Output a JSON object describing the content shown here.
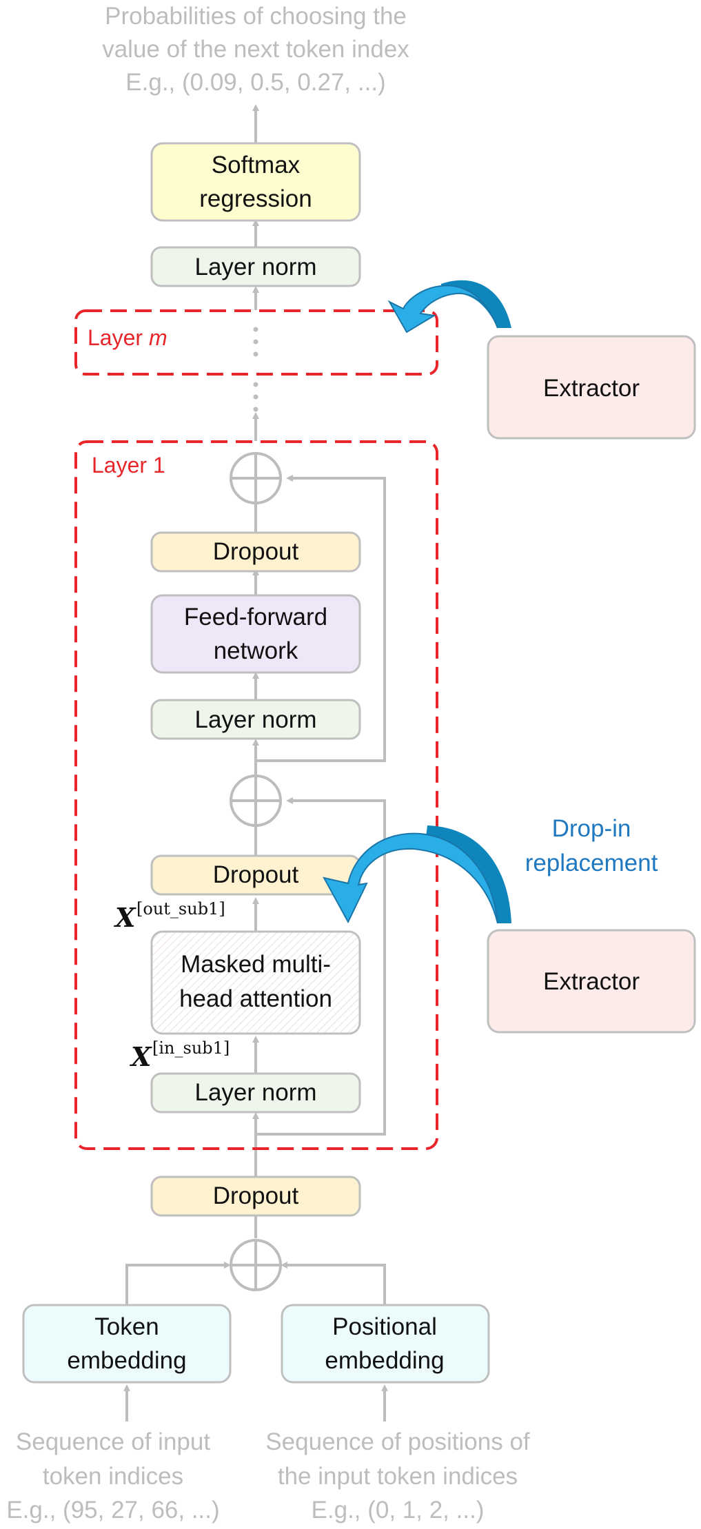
{
  "top_output": {
    "line1": "Probabilities of choosing the",
    "line2": "value of the next token index",
    "line3": "E.g., (0.09, 0.5, 0.27, ...)"
  },
  "softmax": {
    "line1": "Softmax",
    "line2": "regression"
  },
  "final_layer_norm": "Layer norm",
  "layer_m": {
    "prefix": "Layer ",
    "m": "m",
    "dots": "⋮"
  },
  "mid_dots": "⋮",
  "layer1": {
    "label": "Layer 1",
    "dropout_top": "Dropout",
    "ffn": {
      "line1": "Feed-forward",
      "line2": "network"
    },
    "layer_norm_top": "Layer norm",
    "dropout_bottom": "Dropout",
    "x_out": {
      "symbol": "X",
      "sup": "[out_sub1]"
    },
    "attention": {
      "line1": "Masked multi-",
      "line2": "head attention"
    },
    "x_in": {
      "symbol": "X",
      "sup": "[in_sub1]"
    },
    "layer_norm_bottom": "Layer norm"
  },
  "extractor_top": "Extractor",
  "extractor_bottom": "Extractor",
  "drop_in": {
    "line1": "Drop-in",
    "line2": "replacement"
  },
  "input_dropout": "Dropout",
  "token_embedding": {
    "line1": "Token",
    "line2": "embedding"
  },
  "positional_embedding": {
    "line1": "Positional",
    "line2": "embedding"
  },
  "input_tokens": {
    "line1": "Sequence of input",
    "line2": "token indices",
    "line3": "E.g., (95, 27, 66, ...)"
  },
  "input_positions": {
    "line1": "Sequence of positions of",
    "line2": "the input token indices",
    "line3": "E.g., (0, 1, 2, ...)"
  },
  "colors": {
    "yellow": "#fdfdd0",
    "green": "#eef5ea",
    "orange": "#fef2d0",
    "purple": "#efe6f7",
    "pink": "#fdebea",
    "cyan": "#ecfcfd",
    "white": "#ffffff",
    "border": "#bfbfbf",
    "arrow": "#bdbdbd",
    "red": "#e8262a",
    "blue": "#1f78c0",
    "curved_arrow": "#2aaee8"
  }
}
